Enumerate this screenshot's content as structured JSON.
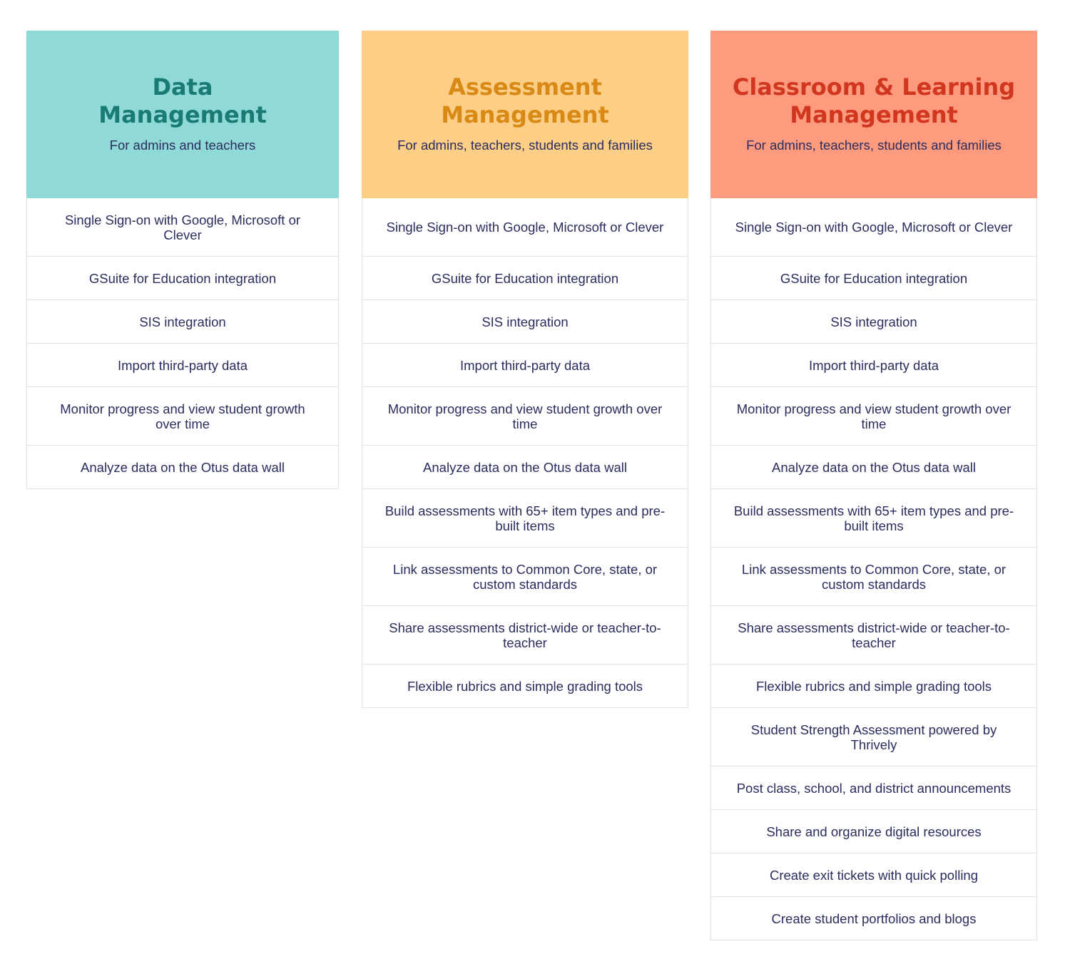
{
  "columns": [
    {
      "title": "Data\nManagement",
      "subtitle": "For admins and teachers",
      "header_bg": "#8fdad7",
      "title_color": "#1a7a74",
      "features": [
        "Single Sign-on with Google, Microsoft or Clever",
        "GSuite for Education integration",
        "SIS integration",
        "Import third-party data",
        "Monitor progress and view student growth over time",
        "Analyze data on the Otus data wall"
      ]
    },
    {
      "title": "Assessment\nManagement",
      "subtitle": "For admins, teachers, students and families",
      "header_bg": "#fdce86",
      "title_color": "#d98a16",
      "features": [
        "Single Sign-on with Google, Microsoft or Clever",
        "GSuite for Education integration",
        "SIS integration",
        "Import third-party data",
        "Monitor progress and view student growth over time",
        "Analyze data on the Otus data wall",
        "Build assessments with 65+ item types and pre-built items",
        "Link assessments to Common Core, state, or custom standards",
        "Share assessments district-wide or teacher-to-teacher",
        "Flexible rubrics and simple grading tools"
      ]
    },
    {
      "title": "Classroom & Learning\nManagement",
      "subtitle": "For admins, teachers, students and families",
      "header_bg": "#fe9a7e",
      "title_color": "#d1371f",
      "features": [
        "Single Sign-on with Google, Microsoft or Clever",
        "GSuite for Education integration",
        "SIS integration",
        "Import third-party data",
        "Monitor progress and view student growth over time",
        "Analyze data on the Otus data wall",
        "Build assessments with 65+ item types and pre-built items",
        "Link assessments to Common Core, state, or custom standards",
        "Share assessments district-wide or teacher-to-teacher",
        "Flexible rubrics and simple grading tools",
        "Student Strength Assessment powered by Thrively",
        "Post class, school, and district announcements",
        "Share and organize digital resources",
        "Create exit tickets with quick polling",
        "Create student portfolios and blogs"
      ]
    }
  ]
}
